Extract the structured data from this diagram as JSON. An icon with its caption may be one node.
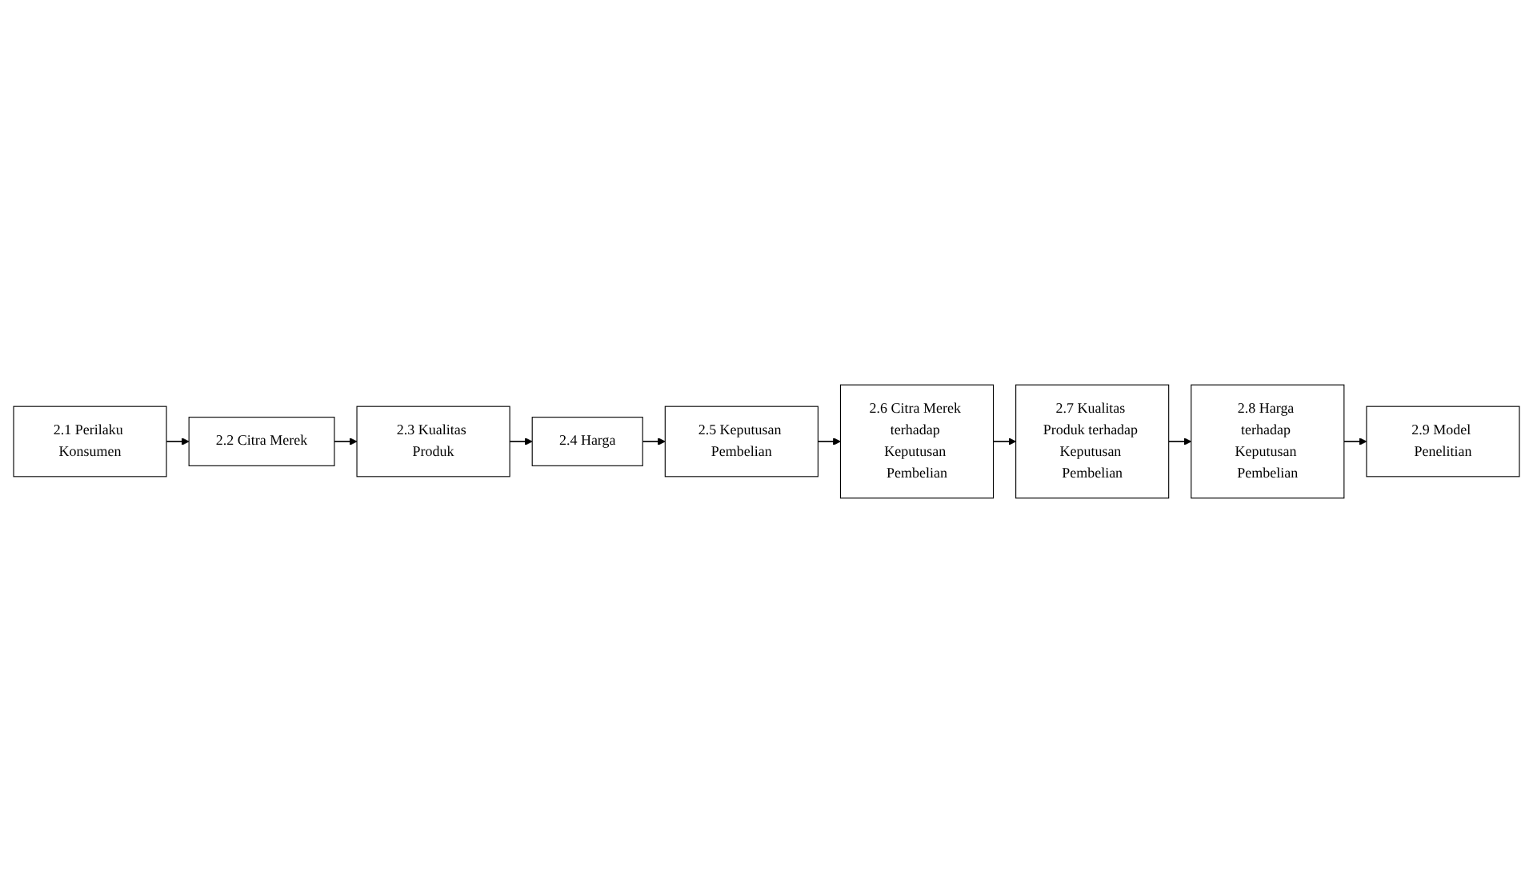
{
  "diagram": {
    "nodes": [
      {
        "text": [
          "2.1 Perilaku Konsumen"
        ]
      },
      {
        "text": [
          "2.2 Citra Merek"
        ]
      },
      {
        "text": [
          "2.3 Kualitas Produk"
        ]
      },
      {
        "text": [
          "2.4 Harga"
        ]
      },
      {
        "text": [
          "2.5 Keputusan Pembelian"
        ]
      },
      {
        "text": [
          "2.6 Citra Merek terhadap Keputusan Pembelian"
        ]
      },
      {
        "text": [
          "2.7 Kualitas Produk terhadap Keputusan Pembelian"
        ]
      },
      {
        "text": [
          "2.8 Harga terhadap Keputusan Pembelian"
        ]
      },
      {
        "text": [
          "2.9 Model Penelitian"
        ]
      }
    ],
    "edges": [
      {
        "from": 0,
        "to": 1,
        "arrow": "to"
      },
      {
        "from": 1,
        "to": 2,
        "arrow": "to"
      },
      {
        "from": 2,
        "to": 3,
        "arrow": "to"
      },
      {
        "from": 3,
        "to": 4,
        "arrow": "to"
      },
      {
        "from": 4,
        "to": 5,
        "arrow": "to"
      },
      {
        "from": 5,
        "to": 6,
        "arrow": "to"
      },
      {
        "from": 6,
        "to": 7,
        "arrow": "to"
      },
      {
        "from": 7,
        "to": 8,
        "arrow": "to"
      }
    ]
  }
}
